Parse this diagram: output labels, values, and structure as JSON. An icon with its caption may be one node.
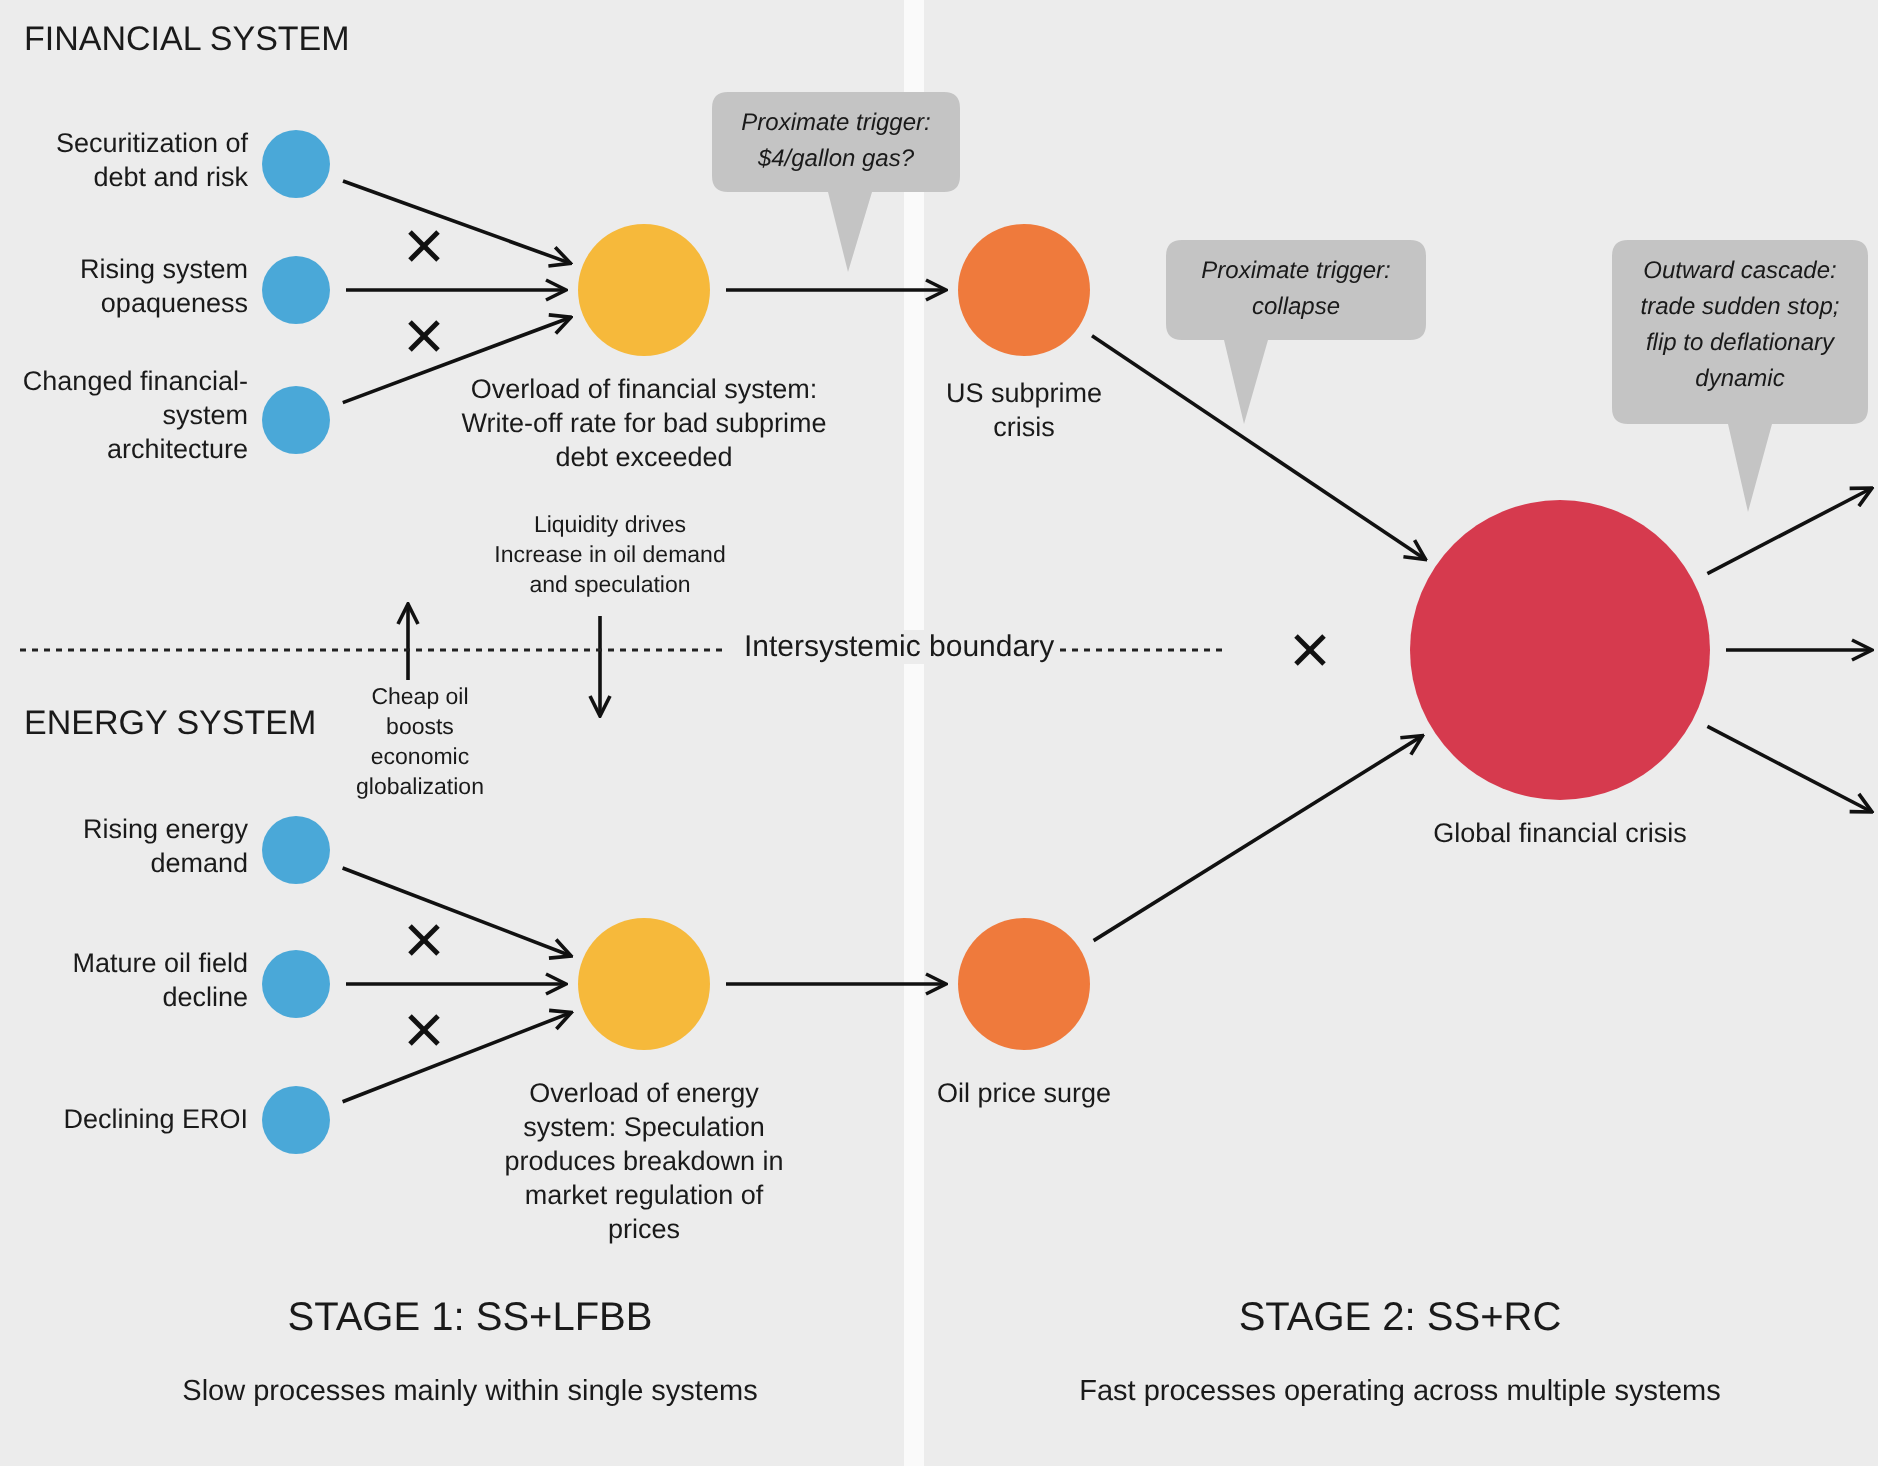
{
  "diagram": {
    "nodes": [
      {
        "text": [
          "Securitization of debt and risk"
        ]
      },
      {
        "text": [
          "Rising system opaqueness"
        ]
      },
      {
        "text": [
          "Changed financial-system architecture"
        ]
      },
      {
        "text": [
          "Overload of financial system: Write-off rate for bad subprime debt exceeded"
        ]
      },
      {
        "text": [
          "US subprime crisis"
        ]
      },
      {
        "text": [
          "Rising energy demand"
        ]
      },
      {
        "text": [
          "Mature oil field decline"
        ]
      },
      {
        "text": [
          "Declining EROI"
        ]
      },
      {
        "text": [
          "Overload of energy system: Speculation produces breakdown in market regulation of prices"
        ]
      },
      {
        "text": [
          "Oil price surge"
        ]
      },
      {
        "text": [
          "Global financial crisis"
        ]
      },
      {
        "text": [
          "Proximate trigger: $4/gallon gas?"
        ]
      },
      {
        "text": [
          "Proximate trigger: collapse"
        ]
      },
      {
        "text": [
          "Outward cascade: trade sudden stop; flip to deflationary dynamic"
        ]
      },
      {
        "text": [
          "Liquidity drives Increase in oil demand and speculation"
        ]
      },
      {
        "text": [
          "Cheap oil boosts economic globalization"
        ]
      }
    ],
    "edges": [
      {
        "from": 0,
        "to": 3,
        "arrow": "to"
      },
      {
        "from": 1,
        "to": 3,
        "arrow": "to"
      },
      {
        "from": 2,
        "to": 3,
        "arrow": "to"
      },
      {
        "from": 3,
        "to": 4,
        "arrow": "to"
      },
      {
        "from": 4,
        "to": 10,
        "arrow": "to"
      },
      {
        "from": 5,
        "to": 8,
        "arrow": "to"
      },
      {
        "from": 6,
        "to": 8,
        "arrow": "to"
      },
      {
        "from": 7,
        "to": 8,
        "arrow": "to"
      },
      {
        "from": 8,
        "to": 9,
        "arrow": "to"
      },
      {
        "from": 9,
        "to": 10,
        "arrow": "to"
      },
      {
        "from": 10,
        "to": null,
        "arrow": "to"
      },
      {
        "from": 10,
        "to": null,
        "arrow": "to"
      },
      {
        "from": 10,
        "to": null,
        "arrow": "to"
      },
      {
        "from": 14,
        "to": null,
        "arrow": "to"
      },
      {
        "from": 15,
        "to": null,
        "arrow": "to"
      }
    ],
    "labels": [
      "FINANCIAL SYSTEM",
      "Intersystemic boundary",
      "ENERGY SYSTEM",
      "STAGE 1: SS+LFBB",
      "Slow processes mainly within single systems",
      "STAGE 2: SS+RC",
      "Fast processes operating across multiple systems"
    ]
  }
}
